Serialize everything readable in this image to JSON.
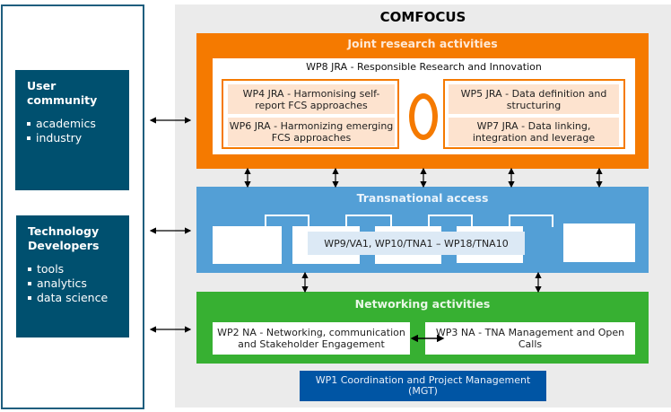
{
  "title": "COMFOCUS",
  "stakeholders": [
    {
      "title": "User community",
      "items": [
        "academics",
        "industry"
      ]
    },
    {
      "title": "Technology Developers",
      "items": [
        "tools",
        "analytics",
        "data science"
      ]
    }
  ],
  "jra": {
    "title": "Joint research activities",
    "wp8": "WP8 JRA - Responsible Research and Innovation",
    "left_group": [
      "WP4 JRA - Harmonising self-report FCS approaches",
      "WP6 JRA - Harmonizing emerging FCS approaches"
    ],
    "right_group": [
      "WP5 JRA - Data definition and structuring",
      "WP7 JRA - Data linking, integration and leverage"
    ]
  },
  "tna": {
    "title": "Transnational access",
    "label": "WP9/VA1, WP10/TNA1 – WP18/TNA10"
  },
  "na": {
    "title": "Networking  activities",
    "wp2": "WP2 NA - Networking, communication and Stakeholder Engagement",
    "wp3": "WP3 NA - TNA Management and Open Calls"
  },
  "mgt": {
    "label": "WP1 Coordination and Project Management (MGT)"
  },
  "colors": {
    "stakeholder": "#00506f",
    "jra": "#f57a00",
    "jra_cell": "#fde3cf",
    "tna": "#539fd6",
    "tna_label": "#dce9f5",
    "na": "#37b032",
    "mgt": "#0055a4",
    "background": "#ebebeb"
  }
}
